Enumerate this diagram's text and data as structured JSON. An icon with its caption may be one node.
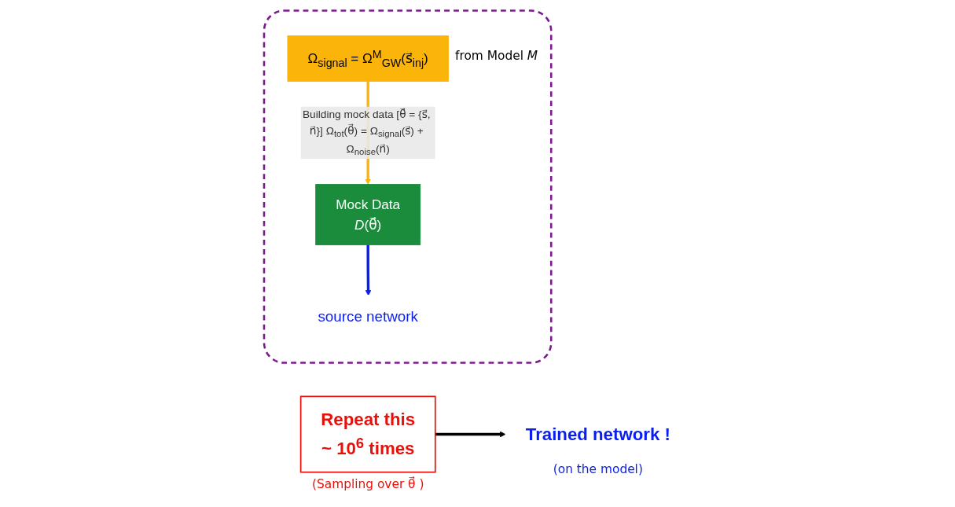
{
  "diagram": {
    "nodes": [
      {
        "text": [],
        "shape": "box"
      },
      {
        "text": [
          "Ω$_{signal}$ = Ω$^{M}$$_{GW}$(s⃗$_{inj}$)"
        ],
        "beside": [
          "from Model *M*"
        ],
        "in": 0
      },
      {
        "text": [
          "Mock Data",
          "*D*(θ⃗)"
        ],
        "in": 0
      },
      {
        "text": [
          "source network"
        ],
        "in": 0
      },
      {
        "text": [
          "Repeat this",
          "~ 10$^{6}$ times"
        ],
        "beside": [
          "(Sampling over θ⃗ )"
        ]
      },
      {
        "text": [
          "Trained network !"
        ],
        "beside": [
          "(on the model)"
        ]
      }
    ],
    "edges": [
      {
        "from": 1,
        "to": 2,
        "arrow": "to",
        "color": "#fbb40a",
        "label": "Building mock data [θ⃗ = {s⃗, n⃗}] Ω$_{tot}$(θ⃗) = Ω$_{signal}$(s⃗) + Ω$_{noise}$(n⃗)"
      },
      {
        "from": 2,
        "to": 3,
        "arrow": "to",
        "color": "#0a1ef0"
      },
      {
        "from": 4,
        "to": 5,
        "arrow": "to",
        "color": "#000000"
      }
    ]
  }
}
